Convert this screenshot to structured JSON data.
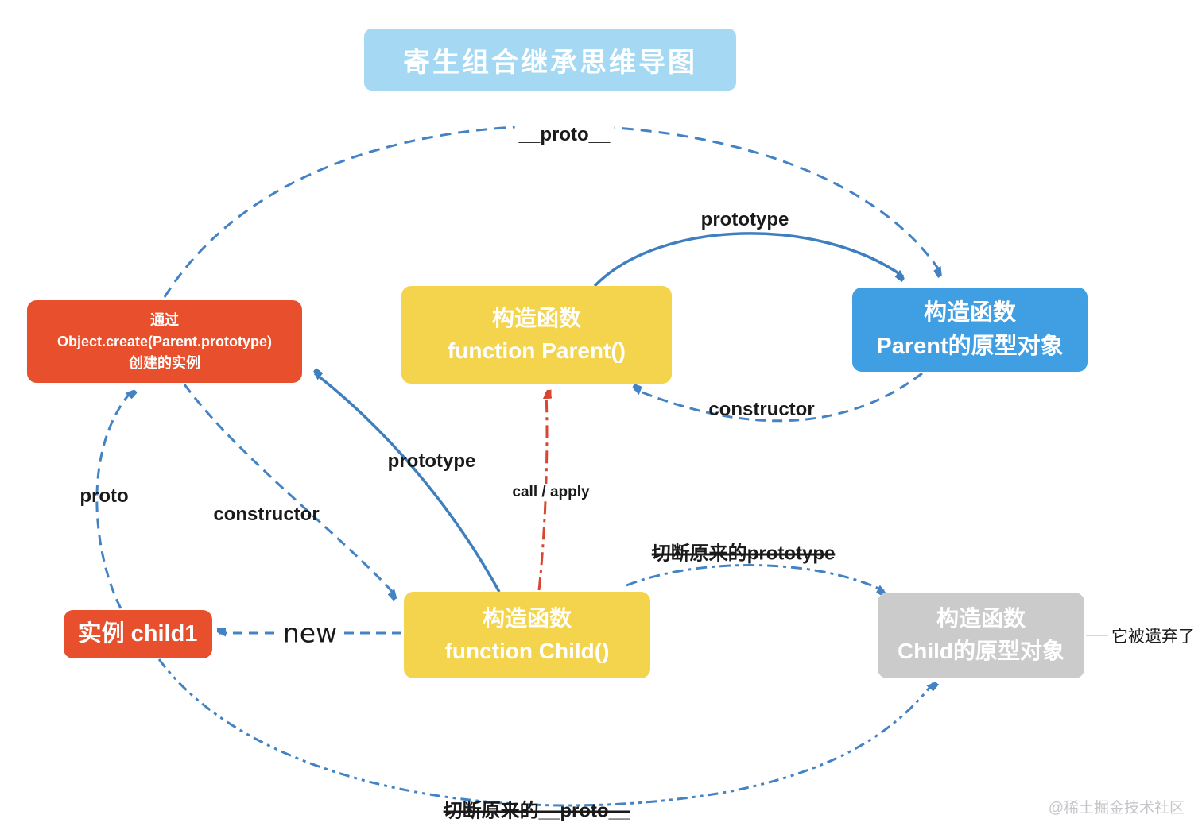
{
  "title": "寄生组合继承思维导图",
  "colors": {
    "title_bg": "#a5d8f3",
    "orange": "#e84f2d",
    "yellow": "#f5d44d",
    "blue": "#409fe3",
    "gray": "#cbcbcb",
    "edge_blue": "#4383c4",
    "edge_red": "#d9452f",
    "label_text": "#1a1a1a",
    "watermark_text": "#c6c6ca"
  },
  "boxes": {
    "instance_via_create": {
      "line1": "通过",
      "line2": "Object.create(Parent.prototype)",
      "line3": "创建的实例"
    },
    "parent_fn": {
      "line1": "构造函数",
      "line2": "function Parent()"
    },
    "parent_proto": {
      "line1": "构造函数",
      "line2": "Parent的原型对象"
    },
    "child1": {
      "label": "实例 child1"
    },
    "child_fn": {
      "line1": "构造函数",
      "line2": "function Child()"
    },
    "child_proto": {
      "line1": "构造函数",
      "line2": "Child的原型对象"
    }
  },
  "edge_labels": {
    "proto_top": "__proto__",
    "prototype_parent": "prototype",
    "constructor_parent": "constructor",
    "prototype_child": "prototype",
    "constructor_child": "constructor",
    "proto_left": "__proto__",
    "call_apply": "call / apply",
    "new_label": "new",
    "cut_prototype": "切断原来的prototype",
    "cut_proto": "切断原来的__proto__",
    "abandoned": "它被遗弃了"
  },
  "watermark": "@稀土掘金技术社区"
}
